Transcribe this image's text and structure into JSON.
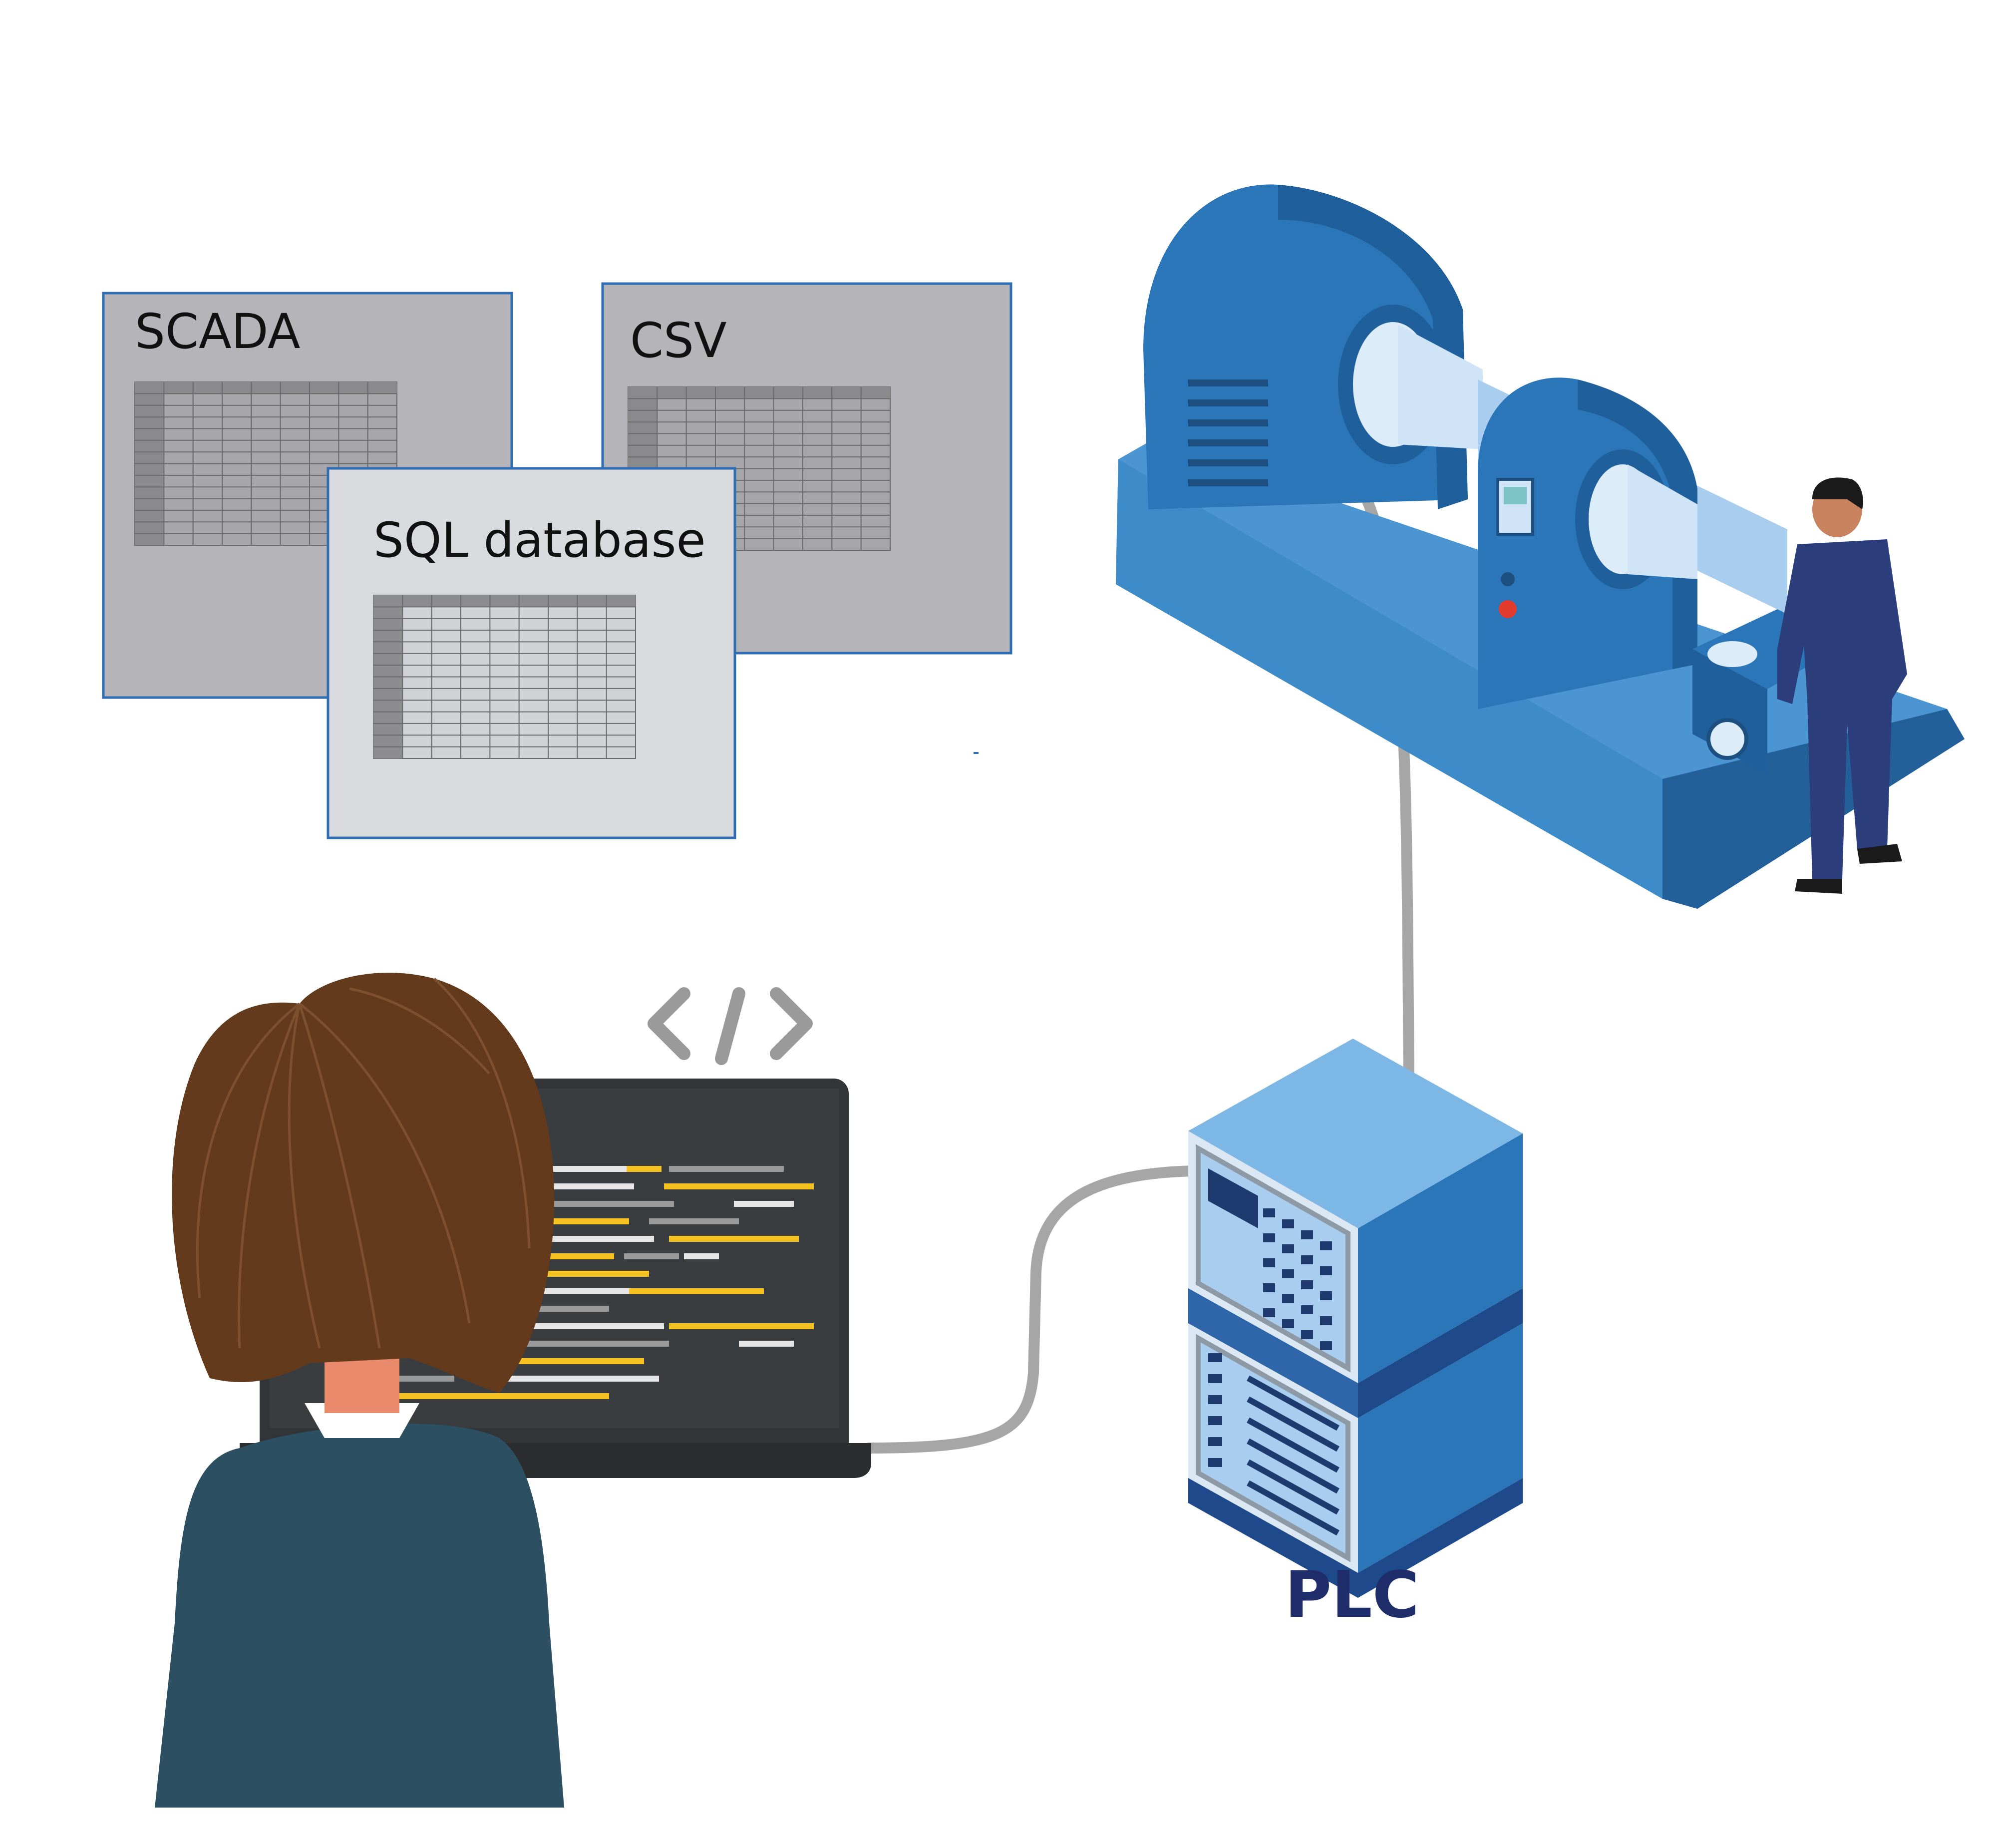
{
  "documents": {
    "scada": {
      "title": "SCADA"
    },
    "csv": {
      "title": "CSV"
    },
    "sql": {
      "title": "SQL database"
    }
  },
  "plc": {
    "label": "PLC"
  },
  "icons": {
    "code": "code-brackets-icon",
    "laptop": "laptop-icon",
    "machine": "industrial-machine-icon",
    "operator": "operator-person-icon",
    "developer": "developer-person-icon",
    "plc": "plc-rack-icon"
  },
  "colors": {
    "doc_fill_dark": "#b5b4b9",
    "doc_fill_light": "#d8dadd",
    "doc_border": "#2f6db5",
    "machine_blue": "#2a76b8",
    "machine_light": "#a9cdee",
    "plc_label": "#1f2d6b",
    "cable": "#a6a6a6",
    "hair": "#633a1b",
    "jacket": "#2d4f62",
    "laptop_screen": "#323538",
    "code_yellow": "#f5c222"
  }
}
